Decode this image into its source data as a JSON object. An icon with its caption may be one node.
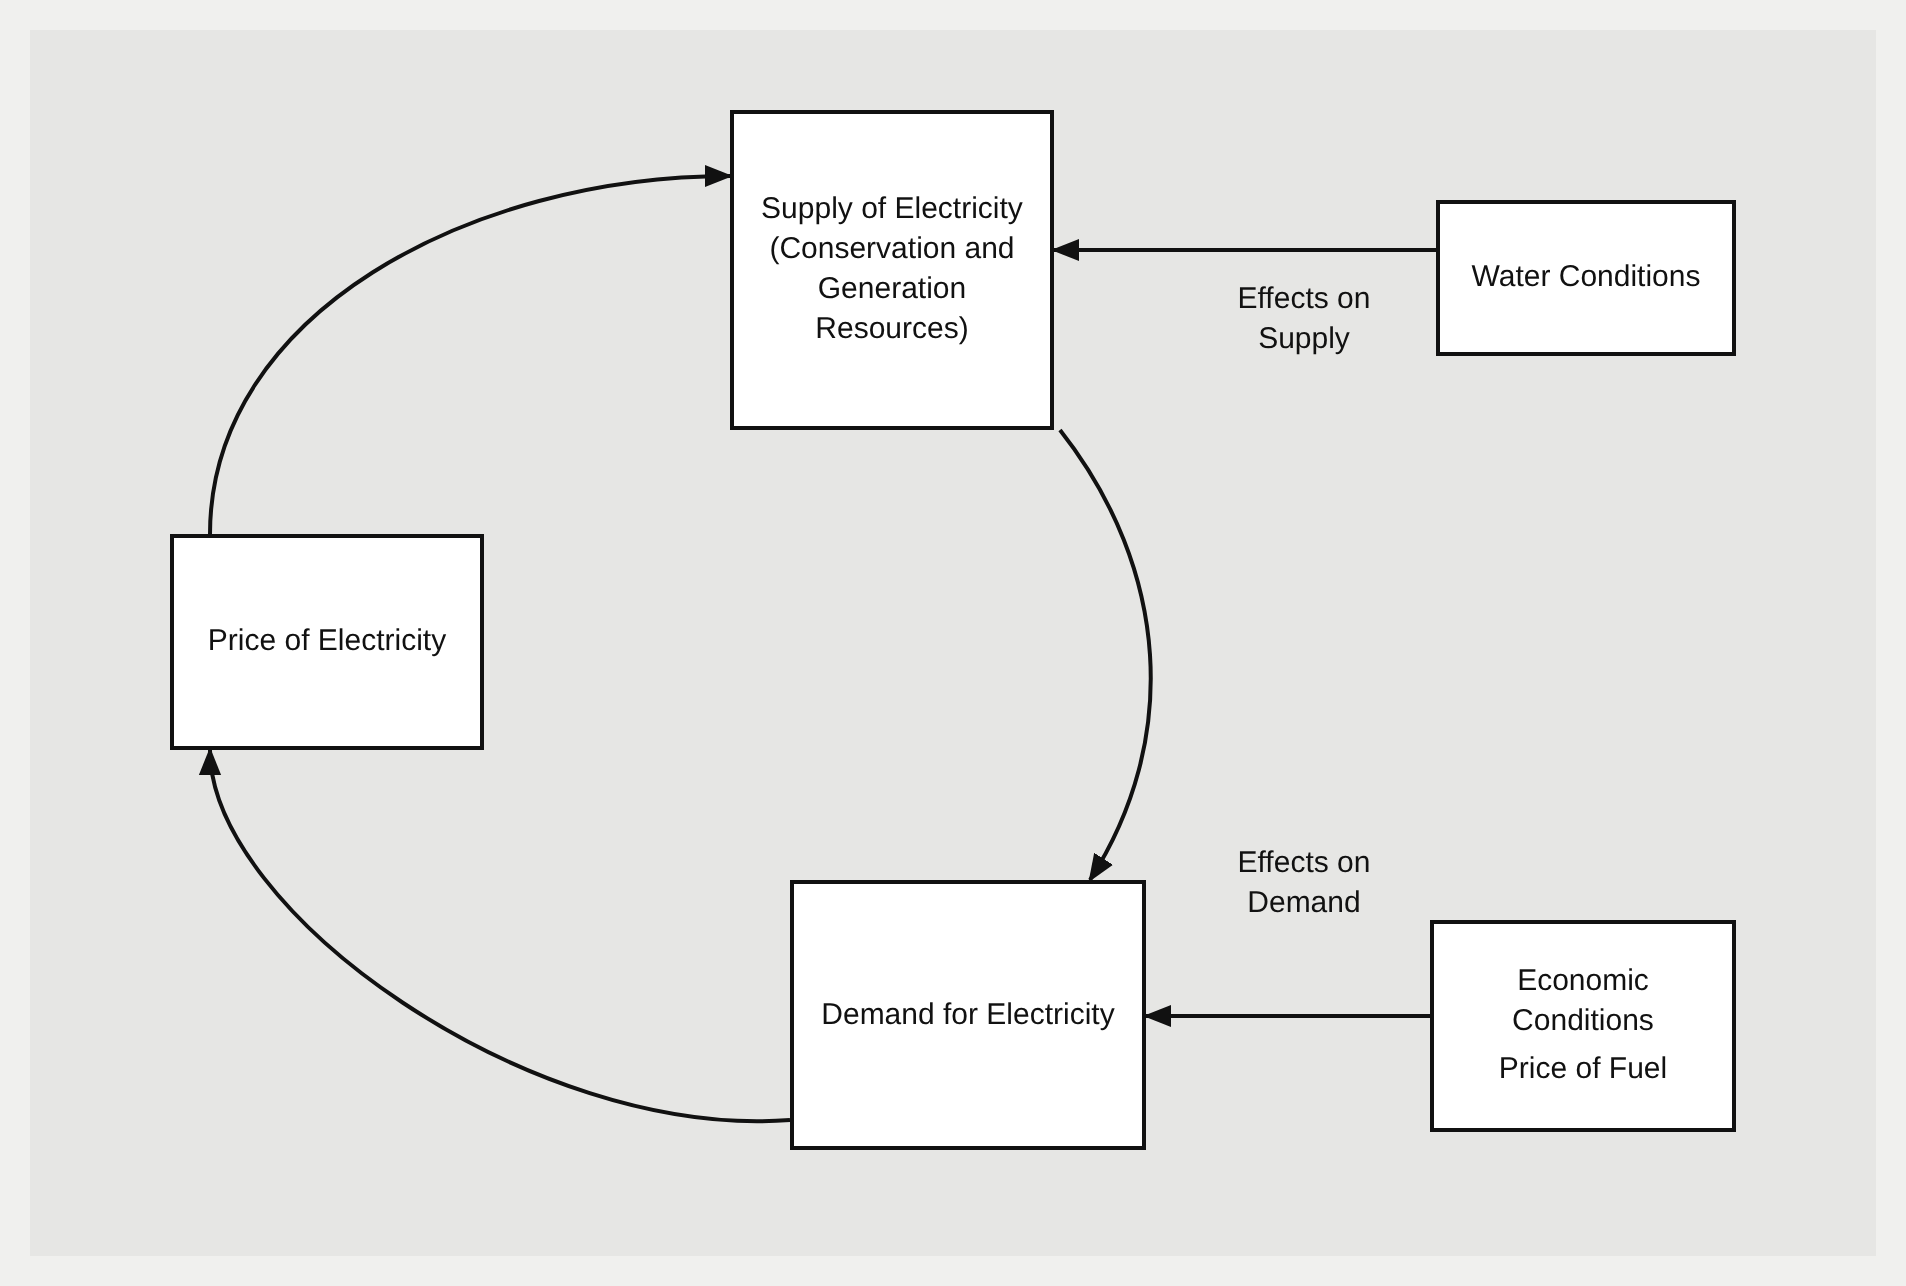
{
  "diagram": {
    "nodes": [
      {
        "text": [
          "Supply of Electricity (Conservation and Generation Resources)"
        ]
      },
      {
        "text": [
          "Water Conditions"
        ]
      },
      {
        "text": [
          "Price of Electricity"
        ]
      },
      {
        "text": [
          "Demand for Electricity"
        ]
      },
      {
        "text": [
          "Economic Conditions",
          "Price of Fuel"
        ]
      }
    ],
    "edges": [
      {
        "from": 1,
        "to": 0,
        "arrow": "to",
        "label": "Effects on Supply"
      },
      {
        "from": 4,
        "to": 3,
        "arrow": "to",
        "label": "Effects on Demand"
      },
      {
        "from": 0,
        "to": 3,
        "arrow": "to"
      },
      {
        "from": 3,
        "to": 2,
        "arrow": "to"
      },
      {
        "from": 2,
        "to": 0,
        "arrow": "to"
      }
    ]
  }
}
